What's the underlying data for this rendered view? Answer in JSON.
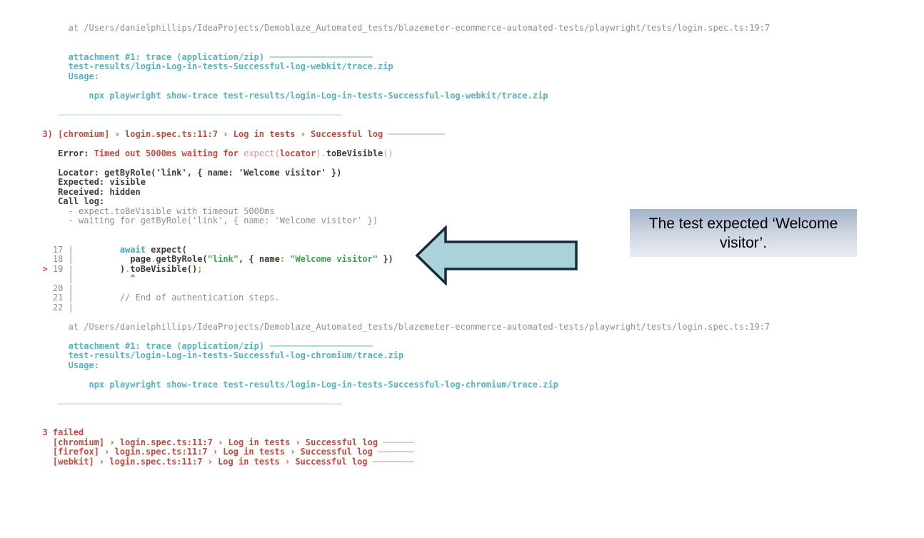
{
  "callout": {
    "text": "The test expected ‘Welcome visitor’.",
    "gradient_top": "#a3b2c7",
    "gradient_bottom": "#e9edf3"
  },
  "arrow": {
    "direction": "left",
    "fill": "#a9d2db",
    "stroke": "#172a3d"
  },
  "colors": {
    "terminal_red": "#c4493e",
    "terminal_dim_red": "#d8948b",
    "terminal_cyan": "#56b3c3",
    "terminal_pale_cyan": "#a8d8e0",
    "terminal_gray": "#8f8f8f",
    "terminal_dark": "#3b3b3b",
    "terminal_green": "#3fa34d",
    "terminal_orange": "#c08a00",
    "background": "#ffffff"
  },
  "terminal": {
    "lines": [
      [
        [
          "g",
          "       at /Users/danielphillips/IdeaProjects/Demoblaze_Automated_tests/blazemeter-ecommerce-automated-tests/playwright/tests/login.spec.ts:19:7"
        ]
      ],
      [],
      [],
      [
        [
          "cy",
          "       attachment #1: trace (application/zip) ────────────────────"
        ]
      ],
      [
        [
          "cy",
          "       test-results/login-Log-in-tests-Successful-log-webkit/trace.zip"
        ]
      ],
      [
        [
          "cy",
          "       Usage:"
        ]
      ],
      [],
      [
        [
          "cy",
          "           npx playwright show-trace test-results/login-Log-in-tests-Successful-log-webkit/trace.zip"
        ]
      ],
      [],
      [
        [
          "cyd",
          "     ───────────────────────────────────────────────────────"
        ]
      ],
      [],
      [
        [
          "r",
          "  3) [chromium] › login.spec.ts:11:7 › Log in tests › Successful log "
        ],
        [
          "rd",
          "───────────"
        ]
      ],
      [],
      [
        [
          "b",
          "     Error: "
        ],
        [
          "r",
          "Timed out 5000ms waiting for "
        ],
        [
          "rd",
          "expect("
        ],
        [
          "r",
          "locator"
        ],
        [
          "rd",
          ")."
        ],
        [
          "b",
          "toBeVisible"
        ],
        [
          "rd",
          "()"
        ]
      ],
      [],
      [
        [
          "b",
          "     Locator: getByRole('link', { name: 'Welcome visitor' })"
        ]
      ],
      [
        [
          "b",
          "     Expected: visible"
        ]
      ],
      [
        [
          "b",
          "     Received: hidden"
        ]
      ],
      [
        [
          "b",
          "     Call log:"
        ]
      ],
      [
        [
          "g",
          "       - expect.toBeVisible with timeout 5000ms"
        ]
      ],
      [
        [
          "g",
          "       - waiting for getByRole('link', { name: 'Welcome visitor' })"
        ]
      ],
      [],
      [],
      [
        [
          "g",
          "    17 |"
        ],
        [
          "b",
          "         "
        ],
        [
          "k",
          "await"
        ],
        [
          "b",
          " expect("
        ]
      ],
      [
        [
          "g",
          "    18 |"
        ],
        [
          "b",
          "           page"
        ],
        [
          "g",
          "."
        ],
        [
          "b",
          "getByRole("
        ],
        [
          "gr",
          "\"link\""
        ],
        [
          "b",
          ", { name"
        ],
        [
          "o",
          ":"
        ],
        [
          "gr",
          " \"Welcome visitor\""
        ],
        [
          "b",
          " })"
        ]
      ],
      [
        [
          "g",
          "  "
        ],
        [
          "r",
          "> "
        ],
        [
          "g",
          "19 |"
        ],
        [
          "b",
          "         )"
        ],
        [
          "g",
          "."
        ],
        [
          "b",
          "toBeVisible()"
        ],
        [
          "o",
          ";"
        ]
      ],
      [
        [
          "g",
          "       |"
        ],
        [
          "b",
          "           "
        ],
        [
          "r",
          "^"
        ]
      ],
      [
        [
          "g",
          "    20 |"
        ]
      ],
      [
        [
          "g",
          "    21 |         // End of authentication steps."
        ]
      ],
      [
        [
          "g",
          "    22 |"
        ]
      ],
      [],
      [
        [
          "g",
          "       at /Users/danielphillips/IdeaProjects/Demoblaze_Automated_tests/blazemeter-ecommerce-automated-tests/playwright/tests/login.spec.ts:19:7"
        ]
      ],
      [],
      [
        [
          "cy",
          "       attachment #1: trace (application/zip) ────────────────────"
        ]
      ],
      [
        [
          "cy",
          "       test-results/login-Log-in-tests-Successful-log-chromium/trace.zip"
        ]
      ],
      [
        [
          "cy",
          "       Usage:"
        ]
      ],
      [],
      [
        [
          "cy",
          "           npx playwright show-trace test-results/login-Log-in-tests-Successful-log-chromium/trace.zip"
        ]
      ],
      [],
      [
        [
          "cyd",
          "     ───────────────────────────────────────────────────────"
        ]
      ],
      [],
      [],
      [
        [
          "r",
          "  3 failed"
        ]
      ],
      [
        [
          "r",
          "    [chromium] › login.spec.ts:11:7 › Log in tests › Successful log "
        ],
        [
          "rd",
          "──────"
        ]
      ],
      [
        [
          "r",
          "    [firefox] › login.spec.ts:11:7 › Log in tests › Successful log "
        ],
        [
          "rd",
          "───────"
        ]
      ],
      [
        [
          "r",
          "    [webkit] › login.spec.ts:11:7 › Log in tests › Successful log "
        ],
        [
          "rd",
          "────────"
        ]
      ]
    ]
  }
}
